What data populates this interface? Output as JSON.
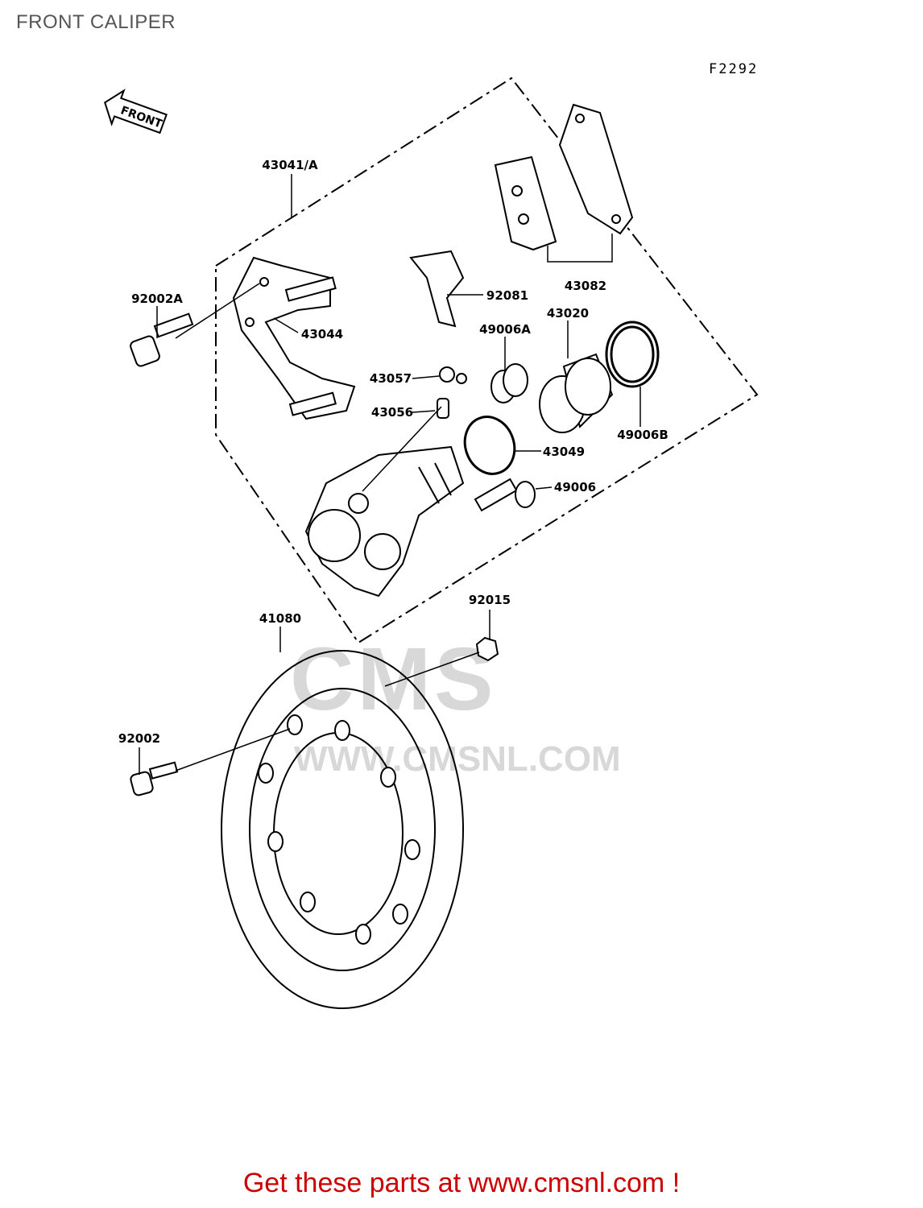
{
  "title": "FRONT CALIPER",
  "diagram_code": "F2292",
  "front_arrow_label": "FRONT",
  "watermark": {
    "logo": "CMS",
    "url": "WWW.CMSNL.COM"
  },
  "footer": "Get these parts at www.cmsnl.com !",
  "parts": {
    "p43041A": "43041/A",
    "p92002A": "92002A",
    "p43044": "43044",
    "p92081": "92081",
    "p43082": "43082",
    "p43020": "43020",
    "p49006A": "49006A",
    "p43057": "43057",
    "p43056": "43056",
    "p49006B": "49006B",
    "p43049": "43049",
    "p49006": "49006",
    "p92015": "92015",
    "p41080": "41080",
    "p92002": "92002"
  },
  "colors": {
    "title": "#555555",
    "footer": "#cc0000",
    "line": "#000000",
    "watermark": "#d8d8d8"
  }
}
